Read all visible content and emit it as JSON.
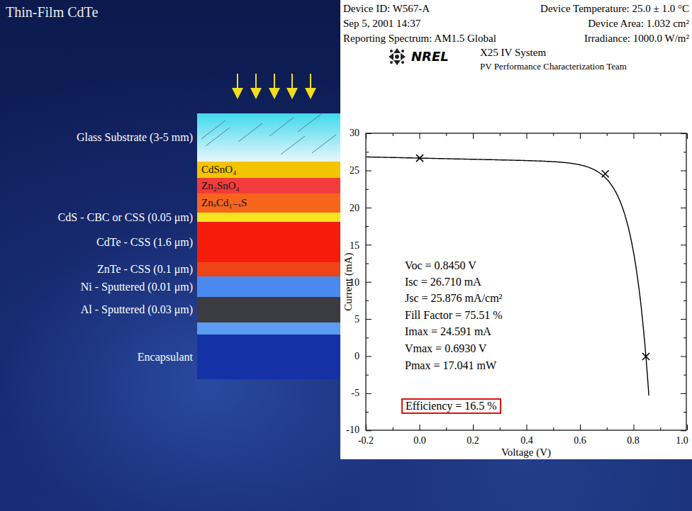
{
  "diagram": {
    "title": "Thin-Film CdTe",
    "nodes": [
      {
        "text": [
          "Glass Substrate (3-5 mm)"
        ]
      },
      {
        "text": [
          "CdSnO₄"
        ]
      },
      {
        "text": [
          "Zn₂SnO₄"
        ]
      },
      {
        "text": [
          "ZnₓCd₁₋ₓS"
        ]
      },
      {
        "text": [
          "CdS - CBC or CSS (0.05 μm)"
        ]
      },
      {
        "text": [
          "CdTe - CSS (1.6 μm)"
        ]
      },
      {
        "text": [
          "ZnTe - CSS (0.1 μm)"
        ]
      },
      {
        "text": [
          "Ni - Sputtered (0.01 μm)"
        ]
      },
      {
        "text": [
          "Al - Sputtered (0.03 μm)"
        ]
      },
      {
        "text": [
          "Encapsulant"
        ]
      },
      {
        "text": [
          "Efficiency = 16.5 %"
        ]
      }
    ],
    "labels": [
      "Device ID: W567-A",
      "Device Temperature: 25.0 ± 1.0 °C",
      "Sep 5, 2001 14:37",
      "Device Area: 1.032 cm²",
      "Reporting Spectrum: AM1.5 Global",
      "Irradiance: 1000.0 W/m²",
      "NREL",
      "X25 IV System",
      "PV Performance Characterization Team",
      "30",
      "25",
      "20",
      "15",
      "10",
      "5",
      "0",
      "-5",
      "-10",
      "-0.2",
      "0.0",
      "0.2",
      "0.4",
      "0.6",
      "0.8",
      "1.0",
      "Current (mA)",
      "Voltage (V)",
      "Voc = 0.8450 V",
      "Isc = 26.710 mA",
      "Jsc = 25.876 mA/cm²",
      "Fill Factor = 75.51 %",
      "Imax = 24.591 mA",
      "Vmax = 0.6930 V",
      "Pmax = 17.041 mW"
    ]
  }
}
